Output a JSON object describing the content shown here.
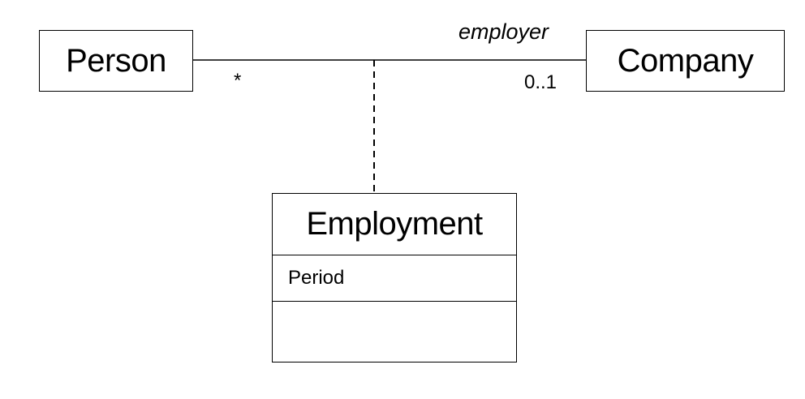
{
  "diagram": {
    "classes": {
      "person": {
        "name": "Person"
      },
      "company": {
        "name": "Company"
      },
      "employment": {
        "name": "Employment",
        "attributes": [
          "Period"
        ],
        "operations": []
      }
    },
    "association": {
      "role_company": "employer",
      "multiplicity_person": "*",
      "multiplicity_company": "0..1"
    }
  }
}
